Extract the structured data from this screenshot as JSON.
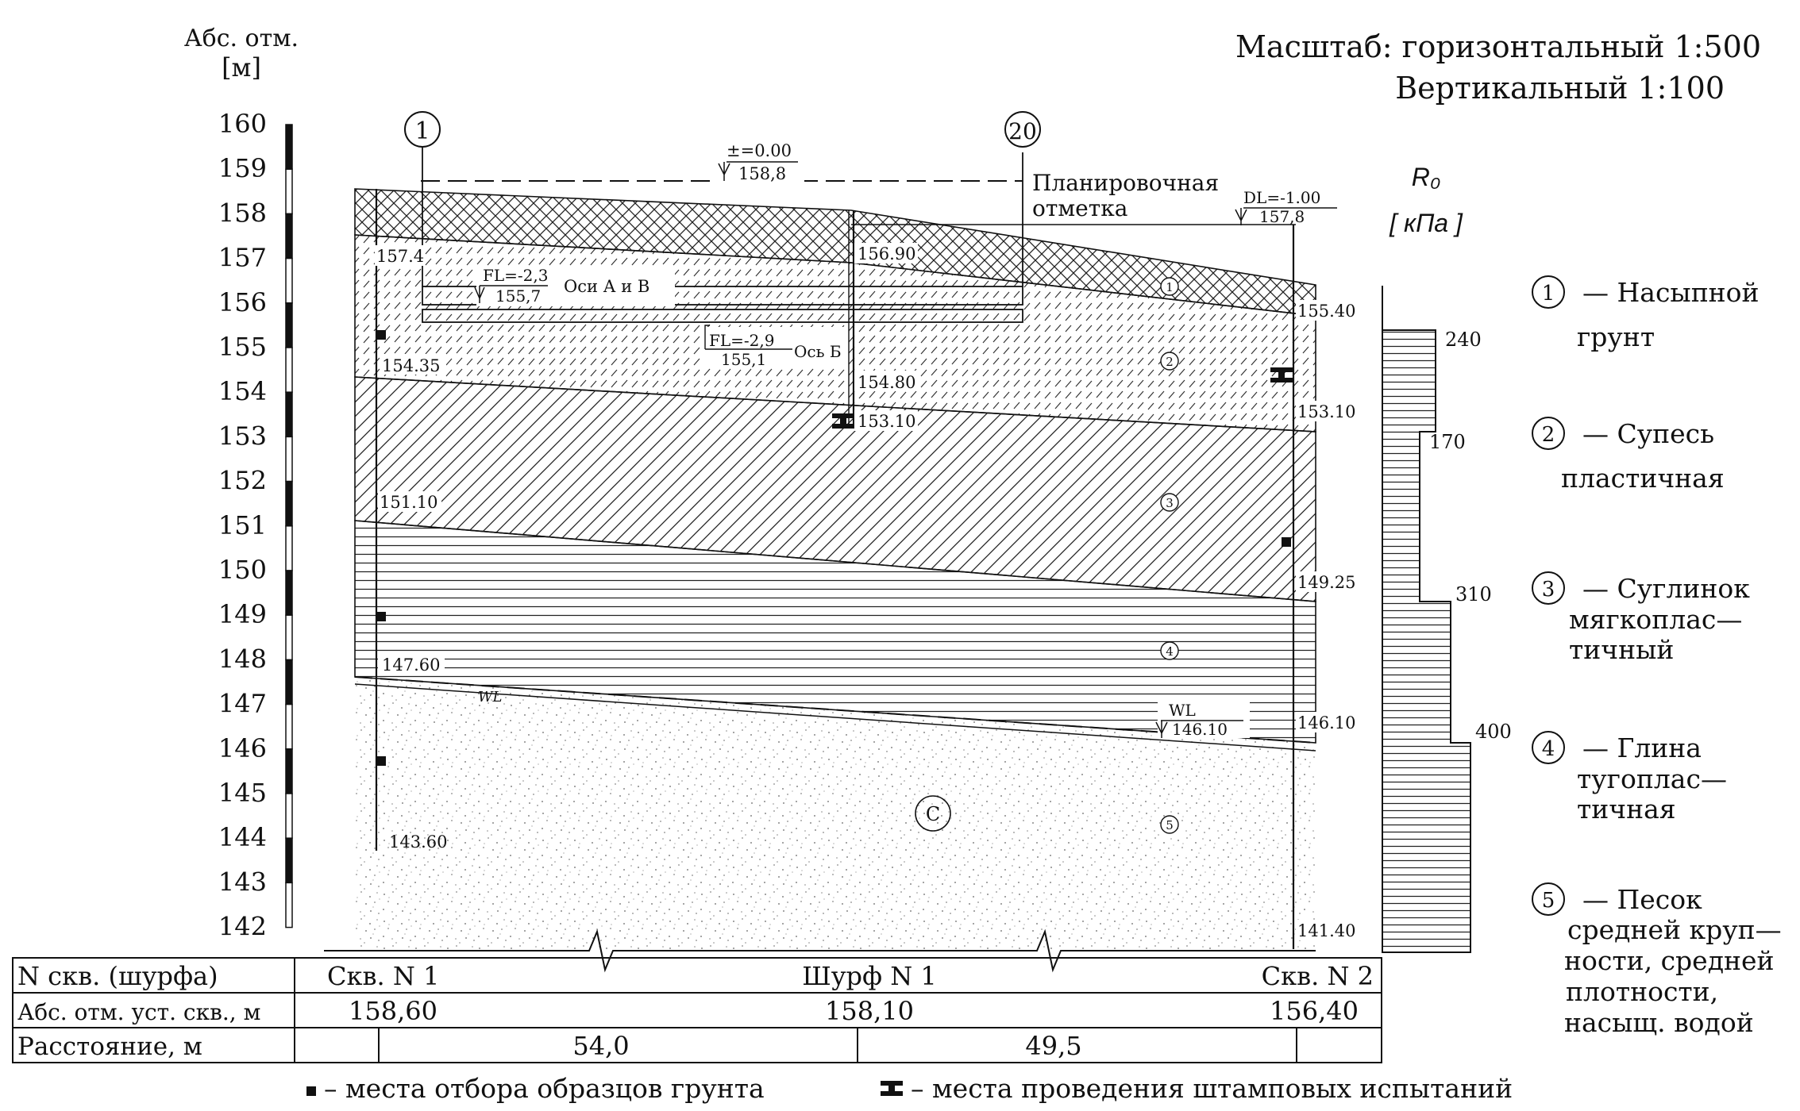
{
  "scale_title_line1": "Масштаб: горизонтальный 1:500",
  "scale_title_line2": "Вертикальный 1:100",
  "axis_title_line1": "Абс. отм.",
  "axis_title_line2": "[м]",
  "axis_ticks": [
    "160",
    "159",
    "158",
    "157",
    "156",
    "155",
    "154",
    "153",
    "152",
    "151",
    "150",
    "149",
    "148",
    "147",
    "146",
    "145",
    "144",
    "143",
    "142"
  ],
  "axes_marks": [
    "1",
    "20"
  ],
  "plan_mark": {
    "line1": "±=0.00",
    "line2": "158,8",
    "label1": "Планировочная",
    "label2": "отметка"
  },
  "dl_mark": {
    "line1": "DL=-1.00",
    "line2": "157,8"
  },
  "fl_ac": {
    "line1": "FL=-2,3",
    "line2": "155,7",
    "label": "Оси А и В"
  },
  "fl_b": {
    "line1": "FL=-2,9",
    "line2": "155,1",
    "label": "Ось Б"
  },
  "wl_mark": {
    "line1": "WL",
    "line2": "146.10",
    "label": "WL"
  },
  "elev_labels": {
    "b1_top": "157.4",
    "b1_l12": "154.35",
    "b1_l23": "151.10",
    "b1_l34": "147.60",
    "b1_bottom": "143.60",
    "p1_l12": "156.90",
    "p1_bottom": "154.80",
    "p1_stamp": "153.10",
    "b2_top": "155.40",
    "b2_stamp": "153.10",
    "b2_l34": "149.25",
    "b2_wl": "146.10",
    "b2_bottom": "141.40"
  },
  "layer_marks": [
    "1",
    "2",
    "3",
    "4",
    "5"
  ],
  "c_mark": "C",
  "r0_title": "R₀",
  "r0_unit": "[ кПа ]",
  "r0_values": [
    "240",
    "170",
    "310",
    "400"
  ],
  "legend": [
    {
      "num": "1",
      "lines": [
        "— Насыпной",
        "грунт"
      ]
    },
    {
      "num": "2",
      "lines": [
        "— Супесь",
        "пластичная"
      ]
    },
    {
      "num": "3",
      "lines": [
        "— Суглинок",
        "мягкоплас—",
        "тичный"
      ]
    },
    {
      "num": "4",
      "lines": [
        "— Глина",
        "тугоплас—",
        "тичная"
      ]
    },
    {
      "num": "5",
      "lines": [
        "— Песок",
        "средней круп—",
        "ности, средней",
        "плотности,",
        "насыщ. водой"
      ]
    }
  ],
  "table": {
    "row1_label": "N скв. (шурфа)",
    "row1_values": [
      "Скв. N 1",
      "Шурф N 1",
      "Скв. N 2"
    ],
    "row2_label": "Абс. отм. уст. скв., м",
    "row2_values": [
      "158,60",
      "158,10",
      "156,40"
    ],
    "row3_label": "Расстояние, м",
    "row3_values": [
      "54,0",
      "49,5"
    ]
  },
  "footer": {
    "samples_label": "– места отбора образцов грунта",
    "stamp_label": "– места проведения штамповых испытаний"
  }
}
